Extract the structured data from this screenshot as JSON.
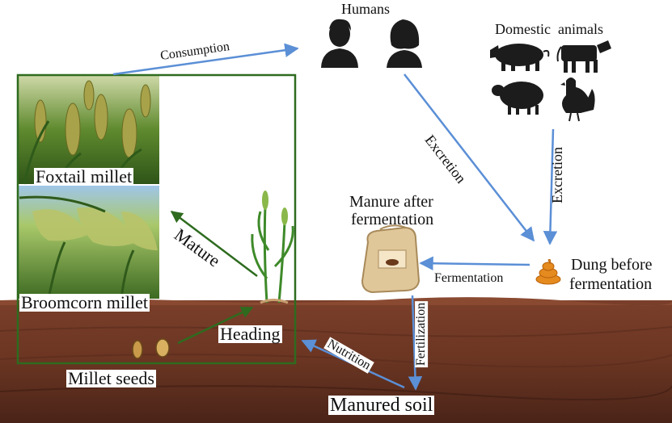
{
  "labels": {
    "humans": "Humans",
    "domestic_animals": "Domestic  animals",
    "consumption": "Consumption",
    "excretion_humans": "Excretion",
    "excretion_animals": "Excretion",
    "foxtail_millet": "Foxtail millet",
    "broomcorn_millet": "Broomcorn millet",
    "mature": "Mature",
    "heading": "Heading",
    "millet_seeds": "Millet seeds",
    "manure_after_line1": "Manure after",
    "manure_after_line2": "fermentation",
    "dung_before_line1": "Dung before",
    "dung_before_line2": "fermentation",
    "fermentation": "Fermentation",
    "fertilization": "Fertilization",
    "nutrition": "Nutrition",
    "manured_soil": "Manured soil"
  },
  "colors": {
    "flow_arrow": "#5b8fd6",
    "growth_arrow": "#2e6b1f",
    "frame": "#2e6b1f",
    "soil_top": "#7a3f2a",
    "soil_bottom": "#4a2418",
    "silhouette": "#1c1c1c"
  },
  "icons": [
    "person-male-icon",
    "person-female-icon",
    "pig-icon",
    "cow-icon",
    "sheep-icon",
    "rooster-icon",
    "manure-bag-icon",
    "dung-icon",
    "millet-plant-icon",
    "seed-icon"
  ]
}
